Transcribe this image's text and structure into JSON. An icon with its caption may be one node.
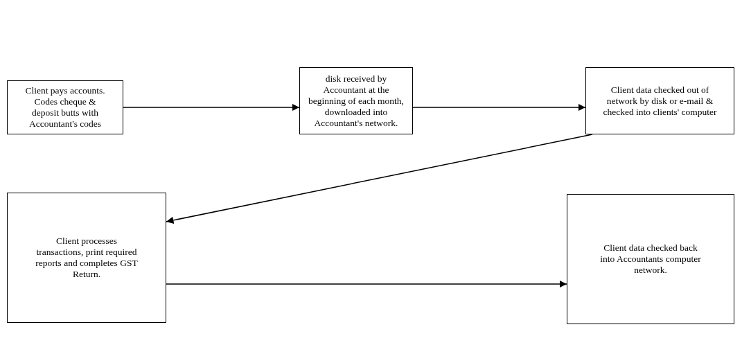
{
  "diagram": {
    "nodes": [
      {
        "text": [
          "Client pays accounts. Codes cheque & deposit butts with Accountant's codes"
        ]
      },
      {
        "text": [
          "disk received by Accountant at the beginning of each month, downloaded into Accountant's network."
        ]
      },
      {
        "text": [
          "Client data checked out of network by disk or e-mail & checked into clients' computer"
        ]
      },
      {
        "text": [
          "Client processes transactions, print required reports and completes GST Return."
        ]
      },
      {
        "text": [
          "Client data checked back into Accountants computer network."
        ]
      }
    ],
    "edges": [
      {
        "from": 0,
        "to": 1,
        "arrow": "to"
      },
      {
        "from": 1,
        "to": 2,
        "arrow": "to"
      },
      {
        "from": 2,
        "to": 3,
        "arrow": "to"
      },
      {
        "from": 3,
        "to": 4,
        "arrow": "to"
      }
    ]
  }
}
